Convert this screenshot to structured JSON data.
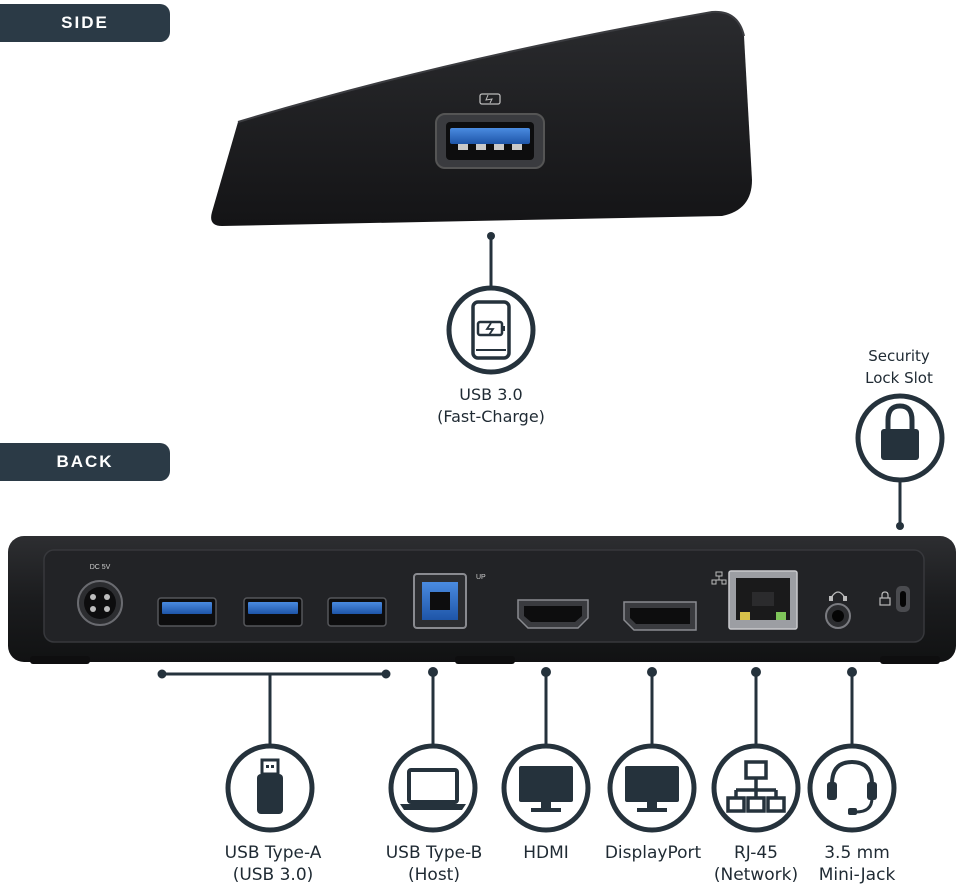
{
  "sections": {
    "side_label": "SIDE",
    "back_label": "BACK"
  },
  "device_markings": {
    "dc": "DC 5V",
    "up": "UP"
  },
  "callouts": {
    "usb_fast_charge": {
      "line1": "USB 3.0",
      "line2": "(Fast-Charge)",
      "icon": "tablet-charge-icon"
    },
    "security_lock": {
      "line1": "Security",
      "line2": "Lock Slot",
      "icon": "padlock-icon"
    },
    "usb_type_a": {
      "line1": "USB Type-A",
      "line2": "(USB 3.0)",
      "icon": "usb-drive-icon"
    },
    "usb_type_b": {
      "line1": "USB Type-B",
      "line2": "(Host)",
      "icon": "laptop-icon"
    },
    "hdmi": {
      "line1": "HDMI",
      "icon": "monitor-icon"
    },
    "displayport": {
      "line1": "DisplayPort",
      "icon": "monitor-icon"
    },
    "rj45": {
      "line1": "RJ-45",
      "line2": "(Network)",
      "icon": "network-icon"
    },
    "minijack": {
      "line1": "3.5 mm",
      "line2": "Mini-Jack",
      "icon": "headset-icon"
    }
  },
  "colors": {
    "tag_bg": "#2b3a46",
    "device": "#1c1d1f",
    "usb3_blue": "#2f6fc9",
    "callout_stroke": "#25323c"
  }
}
